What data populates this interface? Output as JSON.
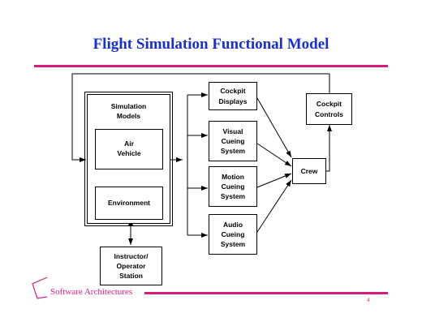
{
  "title": "Flight Simulation Functional Model",
  "blocks": {
    "simulation_models": "Simulation\nModels",
    "air_vehicle": "Air\nVehicle",
    "environment": "Environment",
    "instructor_station": "Instructor/\nOperator\nStation",
    "cockpit_displays": "Cockpit\nDisplays",
    "visual_cueing": "Visual\nCueing\nSystem",
    "motion_cueing": "Motion\nCueing\nSystem",
    "audio_cueing": "Audio\nCueing\nSystem",
    "crew": "Crew",
    "cockpit_controls": "Cockpit\nControls"
  },
  "footer": {
    "text": "Software Architectures",
    "page_number": "4"
  },
  "colors": {
    "title": "#1a2fd0",
    "accent": "#d81b7a"
  }
}
